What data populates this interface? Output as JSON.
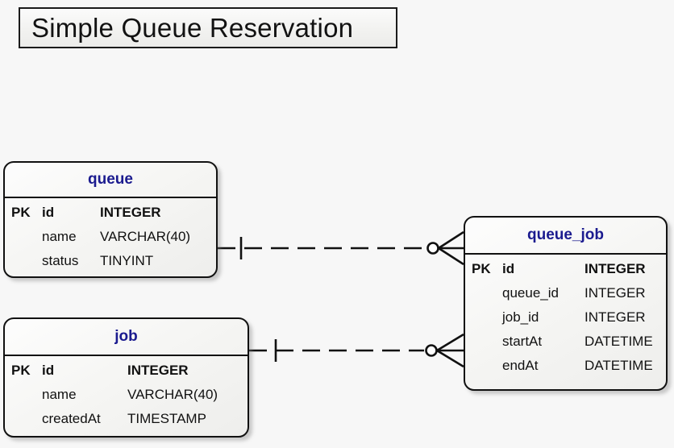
{
  "title": "Simple Queue Reservation",
  "entities": [
    {
      "name": "queue",
      "attributes": [
        {
          "key": "PK",
          "name": "id",
          "type": "INTEGER"
        },
        {
          "key": "",
          "name": "name",
          "type": "VARCHAR(40)"
        },
        {
          "key": "",
          "name": "status",
          "type": "TINYINT"
        }
      ]
    },
    {
      "name": "job",
      "attributes": [
        {
          "key": "PK",
          "name": "id",
          "type": "INTEGER"
        },
        {
          "key": "",
          "name": "name",
          "type": "VARCHAR(40)"
        },
        {
          "key": "",
          "name": "createdAt",
          "type": "TIMESTAMP"
        }
      ]
    },
    {
      "name": "queue_job",
      "attributes": [
        {
          "key": "PK",
          "name": "id",
          "type": "INTEGER"
        },
        {
          "key": "",
          "name": "queue_id",
          "type": "INTEGER"
        },
        {
          "key": "",
          "name": "job_id",
          "type": "INTEGER"
        },
        {
          "key": "",
          "name": "startAt",
          "type": "DATETIME"
        },
        {
          "key": "",
          "name": "endAt",
          "type": "DATETIME"
        }
      ]
    }
  ],
  "relationships": [
    {
      "from": "queue",
      "to": "queue_job",
      "from_cardinality": "one",
      "to_cardinality": "zero-or-many",
      "line_style": "dashed"
    },
    {
      "from": "job",
      "to": "queue_job",
      "from_cardinality": "one",
      "to_cardinality": "zero-or-many",
      "line_style": "dashed"
    }
  ],
  "colors": {
    "background": "#f7f7f7",
    "entity_header_text": "#1b1b8f",
    "entity_border": "#111111",
    "entity_fill": "#f6f6f4",
    "text": "#111111",
    "connector": "#111111"
  }
}
